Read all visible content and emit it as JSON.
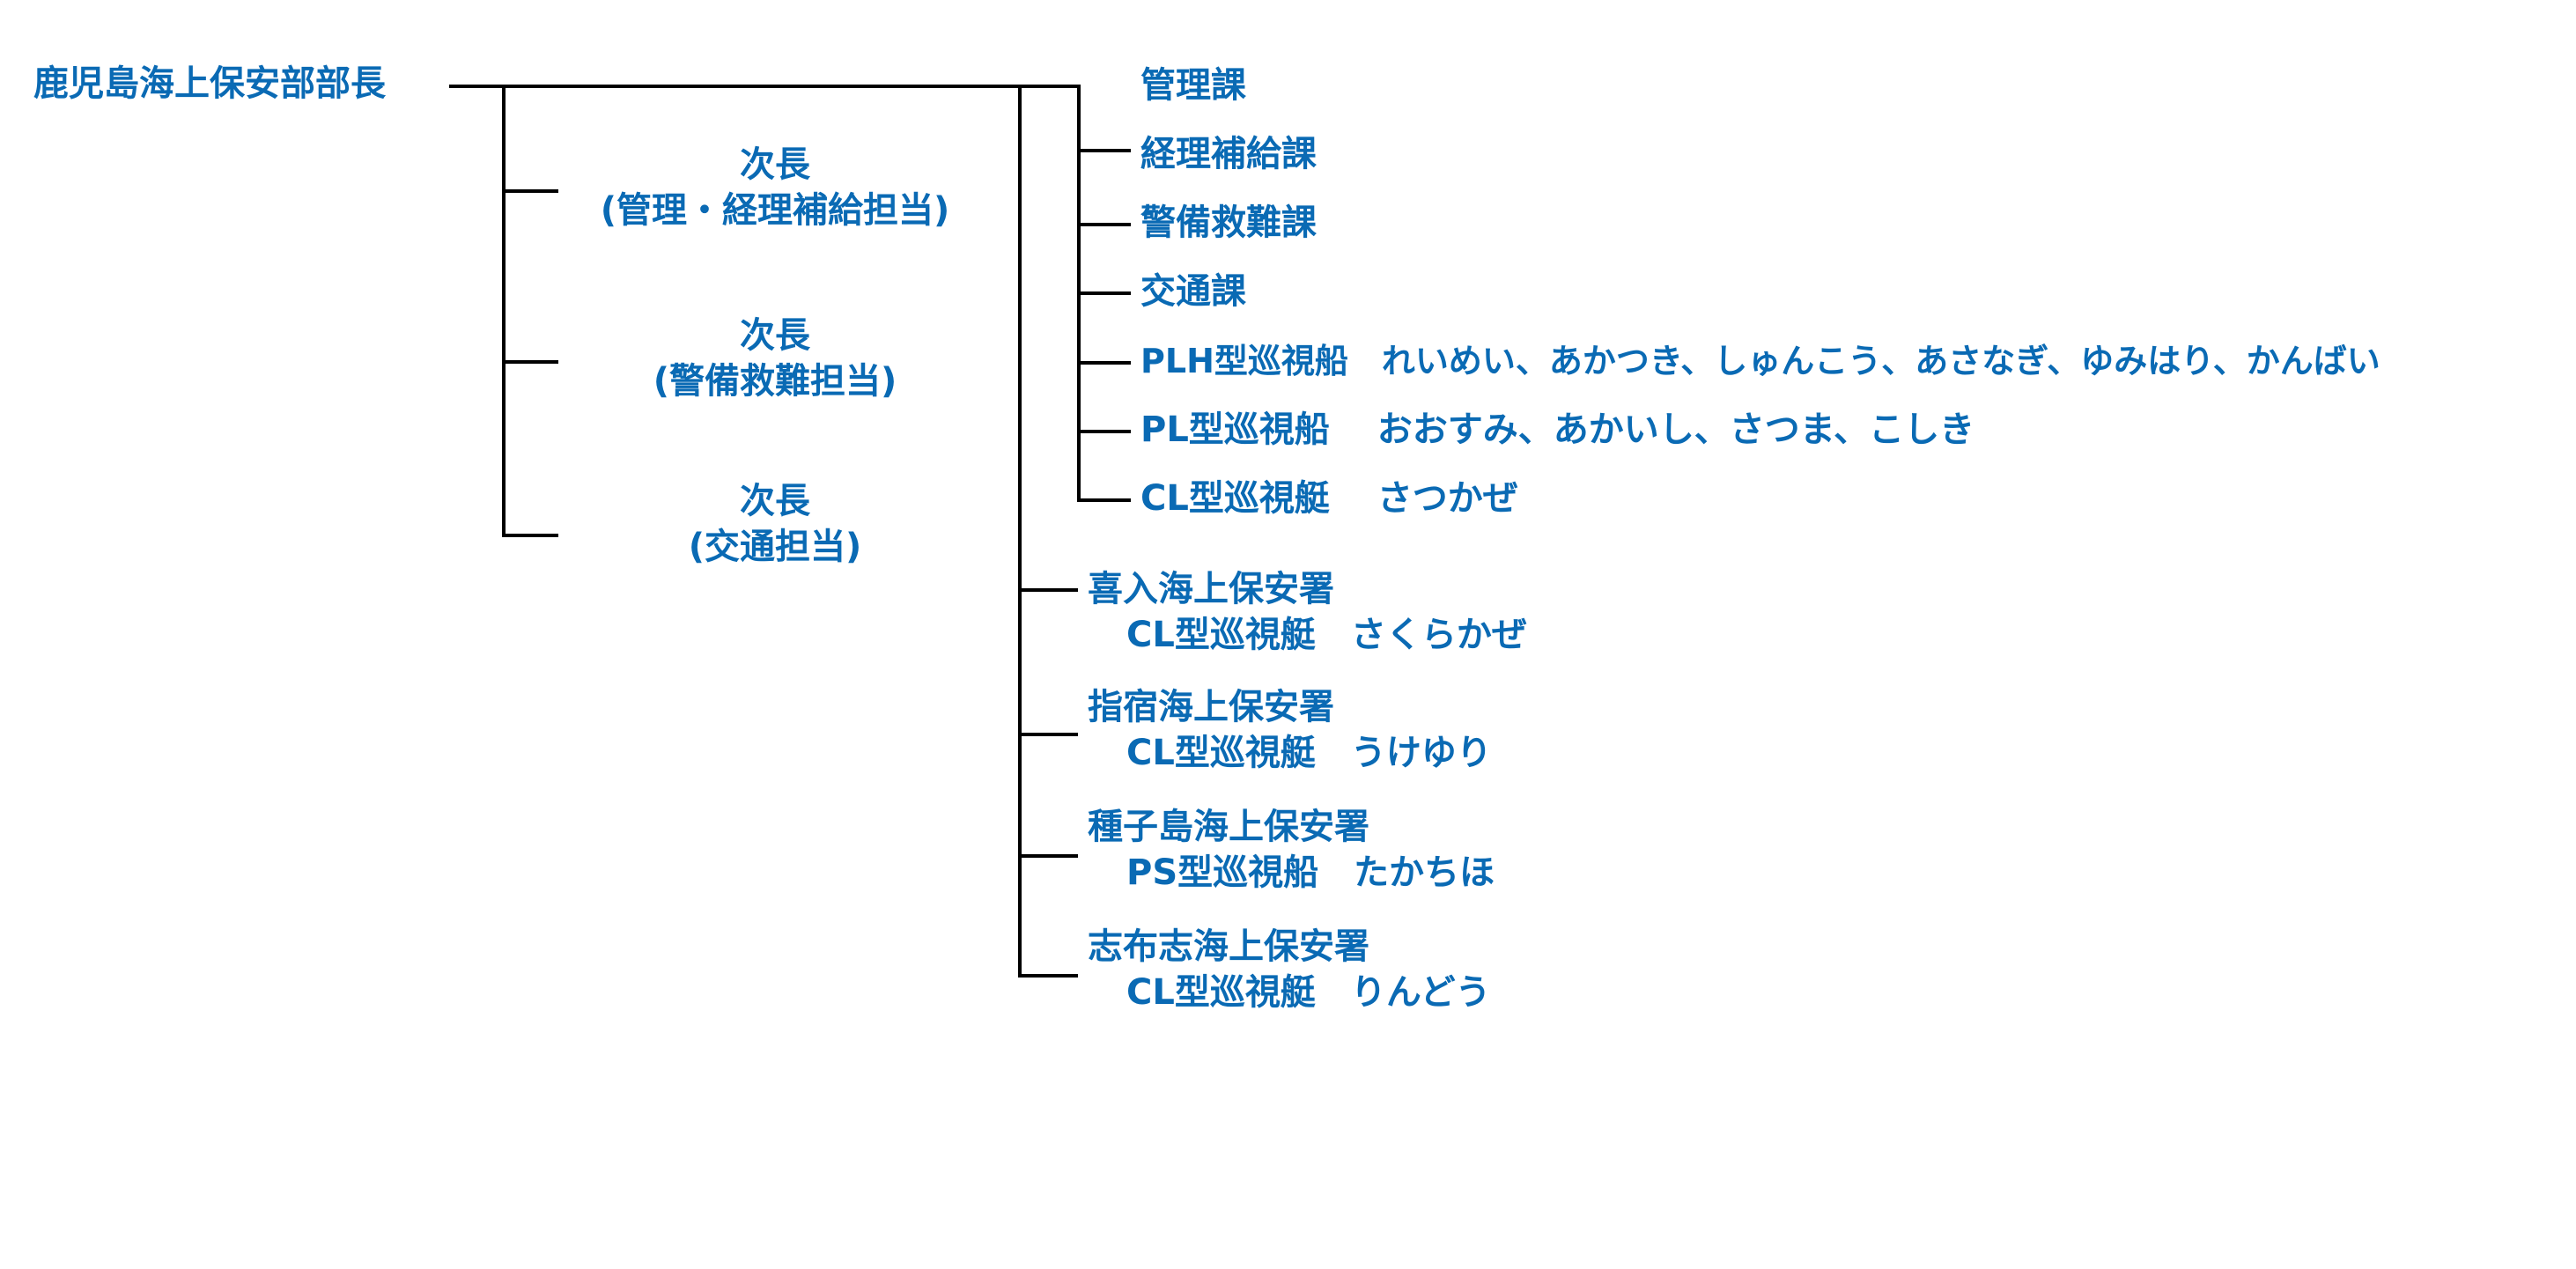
{
  "chief": "鹿児島海上保安部部長",
  "deputies": [
    {
      "title": "次長",
      "scope": "(管理・経理補給担当)"
    },
    {
      "title": "次長",
      "scope": "(警備救難担当)"
    },
    {
      "title": "次長",
      "scope": "(交通担当)"
    }
  ],
  "sections": [
    {
      "text": "管理課"
    },
    {
      "text": "経理補給課"
    },
    {
      "text": "警備救難課"
    },
    {
      "text": "交通課"
    },
    {
      "text": "PLH型巡視船　れいめい、あかつき、しゅんこう、あさなぎ、ゆみはり、かんばい"
    },
    {
      "text": "PL型巡視船　 おおすみ、あかいし、さつま、こしき"
    },
    {
      "text": "CL型巡視艇　 さつかぜ"
    }
  ],
  "offices": [
    {
      "name": "喜入海上保安署",
      "vessel": "CL型巡視艇　さくらかぜ"
    },
    {
      "name": "指宿海上保安署",
      "vessel": "CL型巡視艇　うけゆり"
    },
    {
      "name": "種子島海上保安署",
      "vessel": "PS型巡視船　たかちほ"
    },
    {
      "name": "志布志海上保安署",
      "vessel": "CL型巡視艇　りんどう"
    }
  ],
  "colors": {
    "text": "#0a6ab4",
    "lines": "#000000",
    "background": "#ffffff"
  }
}
